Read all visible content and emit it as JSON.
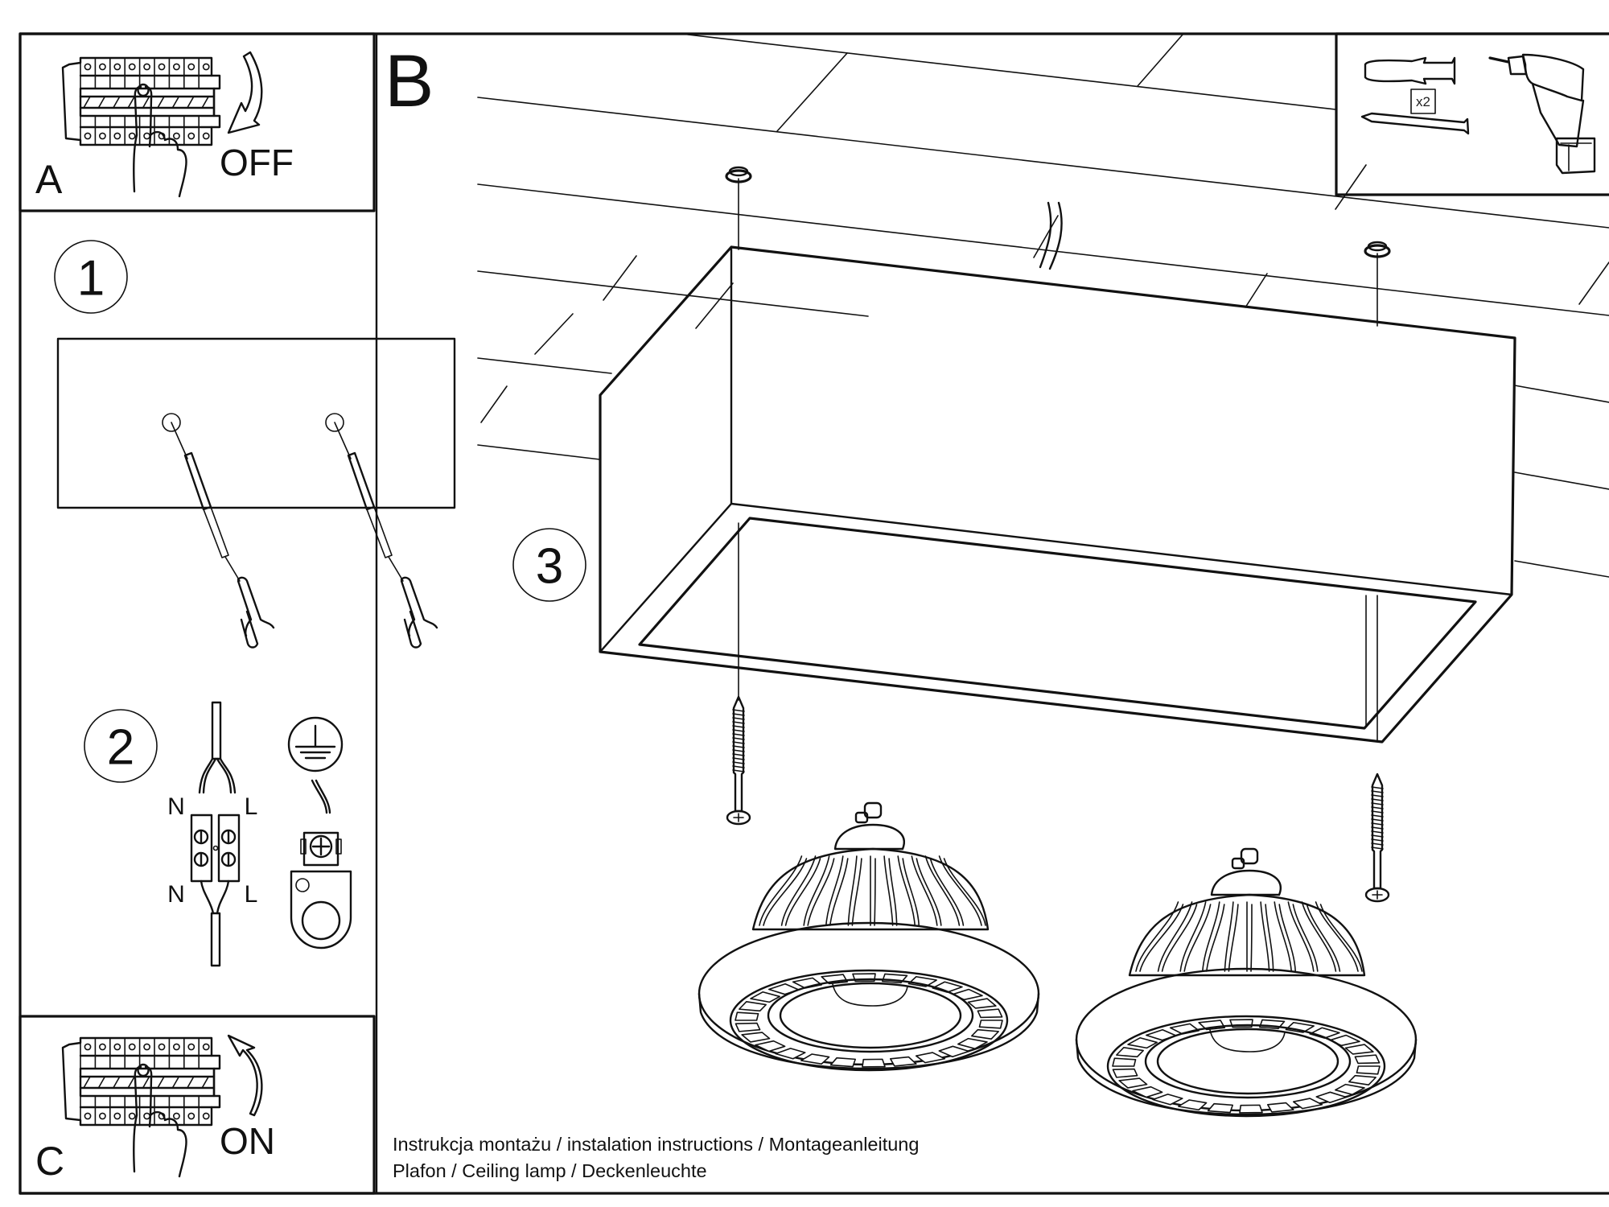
{
  "document": {
    "type": "installation-instructions",
    "product": "ceiling lamp with two spot bulbs"
  },
  "panels": {
    "A": {
      "letter": "A",
      "action": "OFF",
      "icon": "circuit-breaker-switch-off-icon"
    },
    "B": {
      "letter": "B"
    },
    "C": {
      "letter": "C",
      "action": "ON",
      "icon": "circuit-breaker-switch-on-icon"
    }
  },
  "steps": [
    {
      "number": "1",
      "description": "drill holes and insert wall plugs",
      "icons": [
        "ceiling-plate-icon",
        "wall-plug-icon",
        "drill-bit-icon"
      ]
    },
    {
      "number": "2",
      "description": "connect wires to terminal block and earth",
      "labels": {
        "neutral_in": "N",
        "live_in": "L",
        "neutral_out": "N",
        "live_out": "L"
      },
      "icons": [
        "terminal-block-icon",
        "earth-ground-icon",
        "earth-terminal-icon"
      ]
    },
    {
      "number": "3",
      "description": "mount housing with screws and insert bulbs",
      "icons": [
        "lamp-housing-icon",
        "screw-icon",
        "spot-bulb-icon"
      ]
    }
  ],
  "tools": {
    "quantity": "x2",
    "items": [
      "wall-plug-icon",
      "screw-icon",
      "cordless-drill-icon"
    ]
  },
  "caption": {
    "line1": "Instrukcja montażu / instalation instructions / Montageanleitung",
    "line2": "Plafon / Ceiling lamp / Deckenleuchte"
  }
}
